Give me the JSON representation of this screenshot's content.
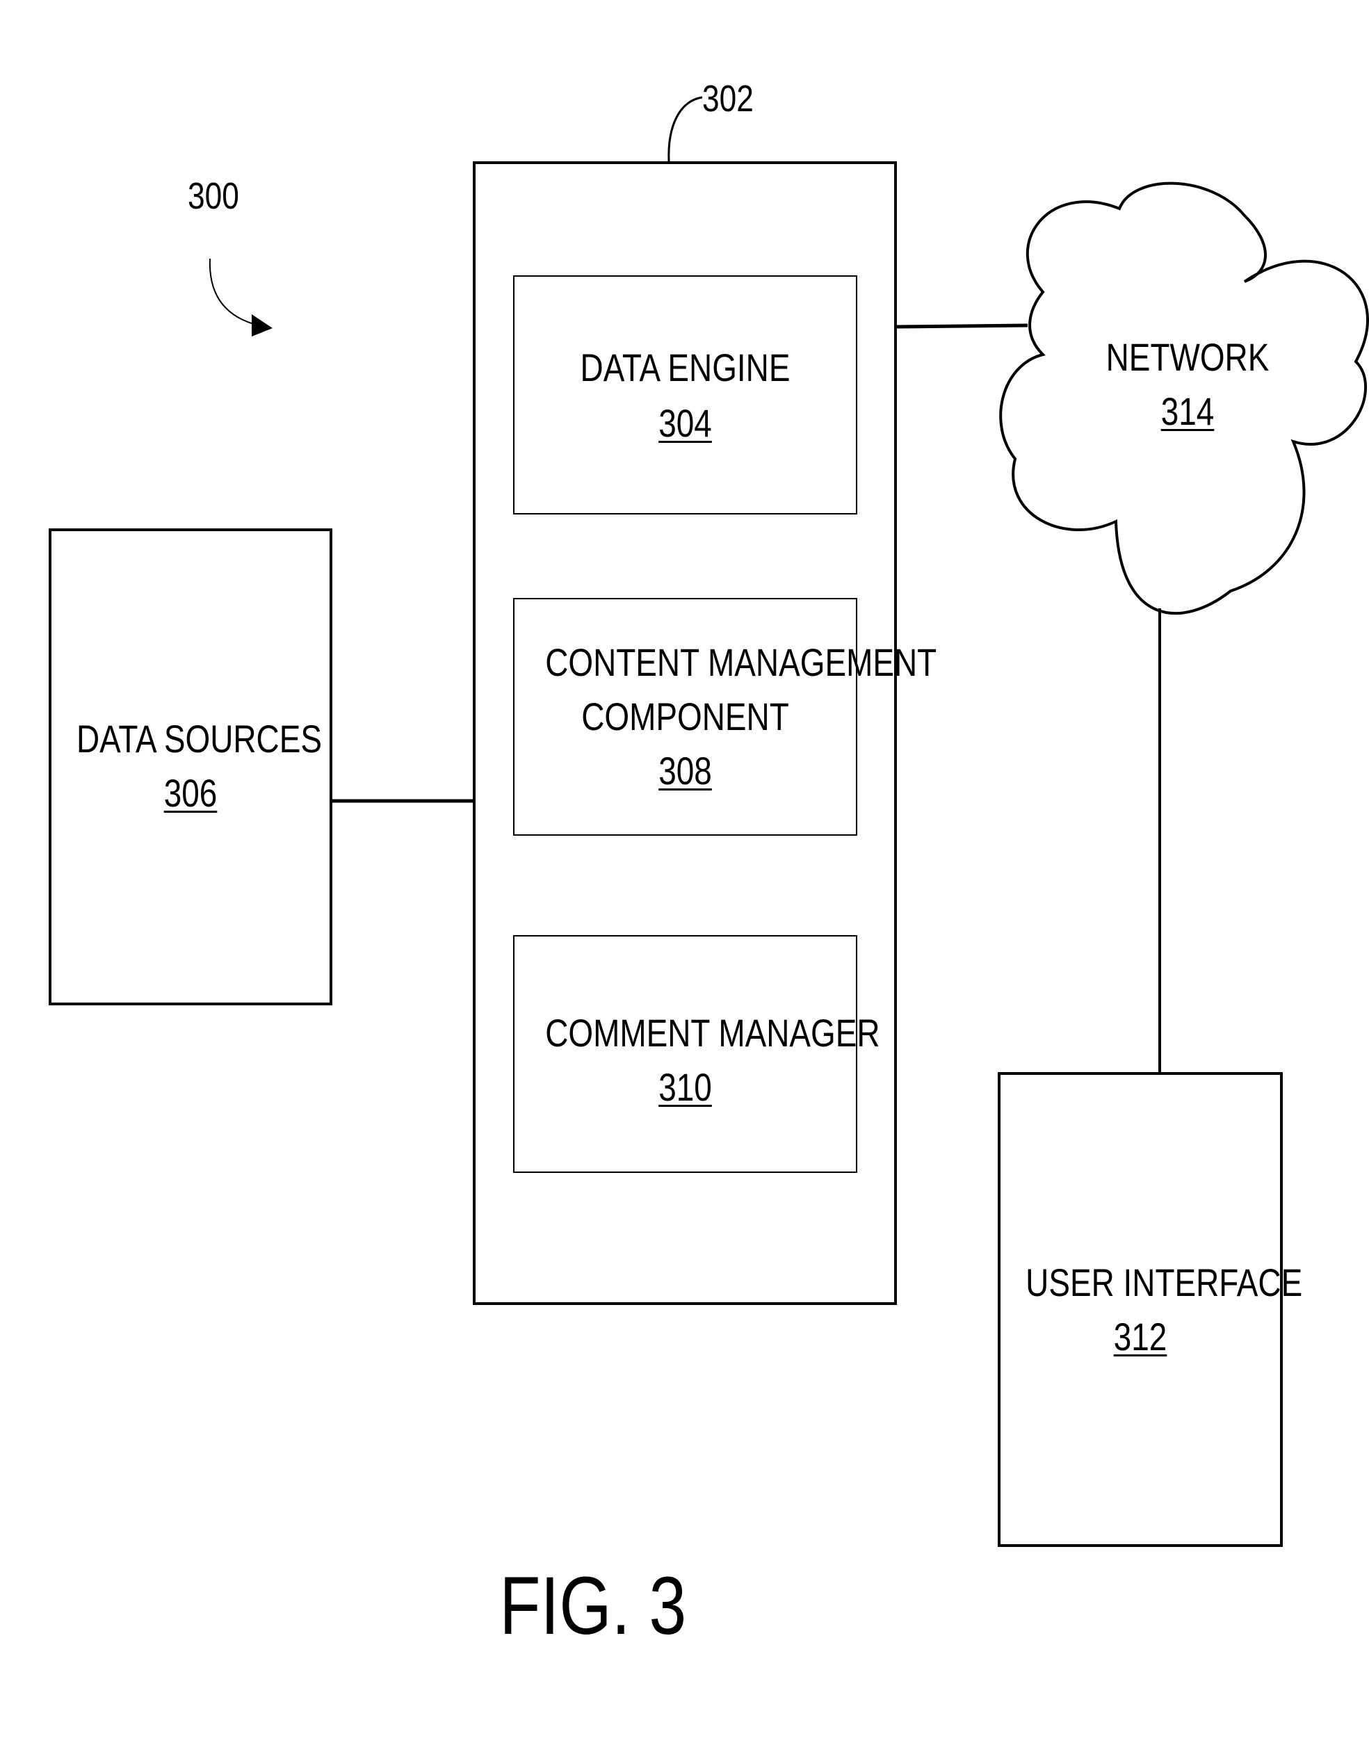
{
  "diagram": {
    "system_ref": "300",
    "server_ref": "302",
    "figure_label": "FIG. 3",
    "components": {
      "data_engine": {
        "name": "DATA ENGINE",
        "ref": "304"
      },
      "content_management": {
        "name_line1": "CONTENT MANAGEMENT",
        "name_line2": "COMPONENT",
        "ref": "308"
      },
      "comment_manager": {
        "name": "COMMENT MANAGER",
        "ref": "310"
      },
      "data_sources": {
        "name": "DATA SOURCES",
        "ref": "306"
      },
      "network": {
        "name": "NETWORK",
        "ref": "314"
      },
      "user_interface": {
        "name": "USER INTERFACE",
        "ref": "312"
      }
    }
  }
}
